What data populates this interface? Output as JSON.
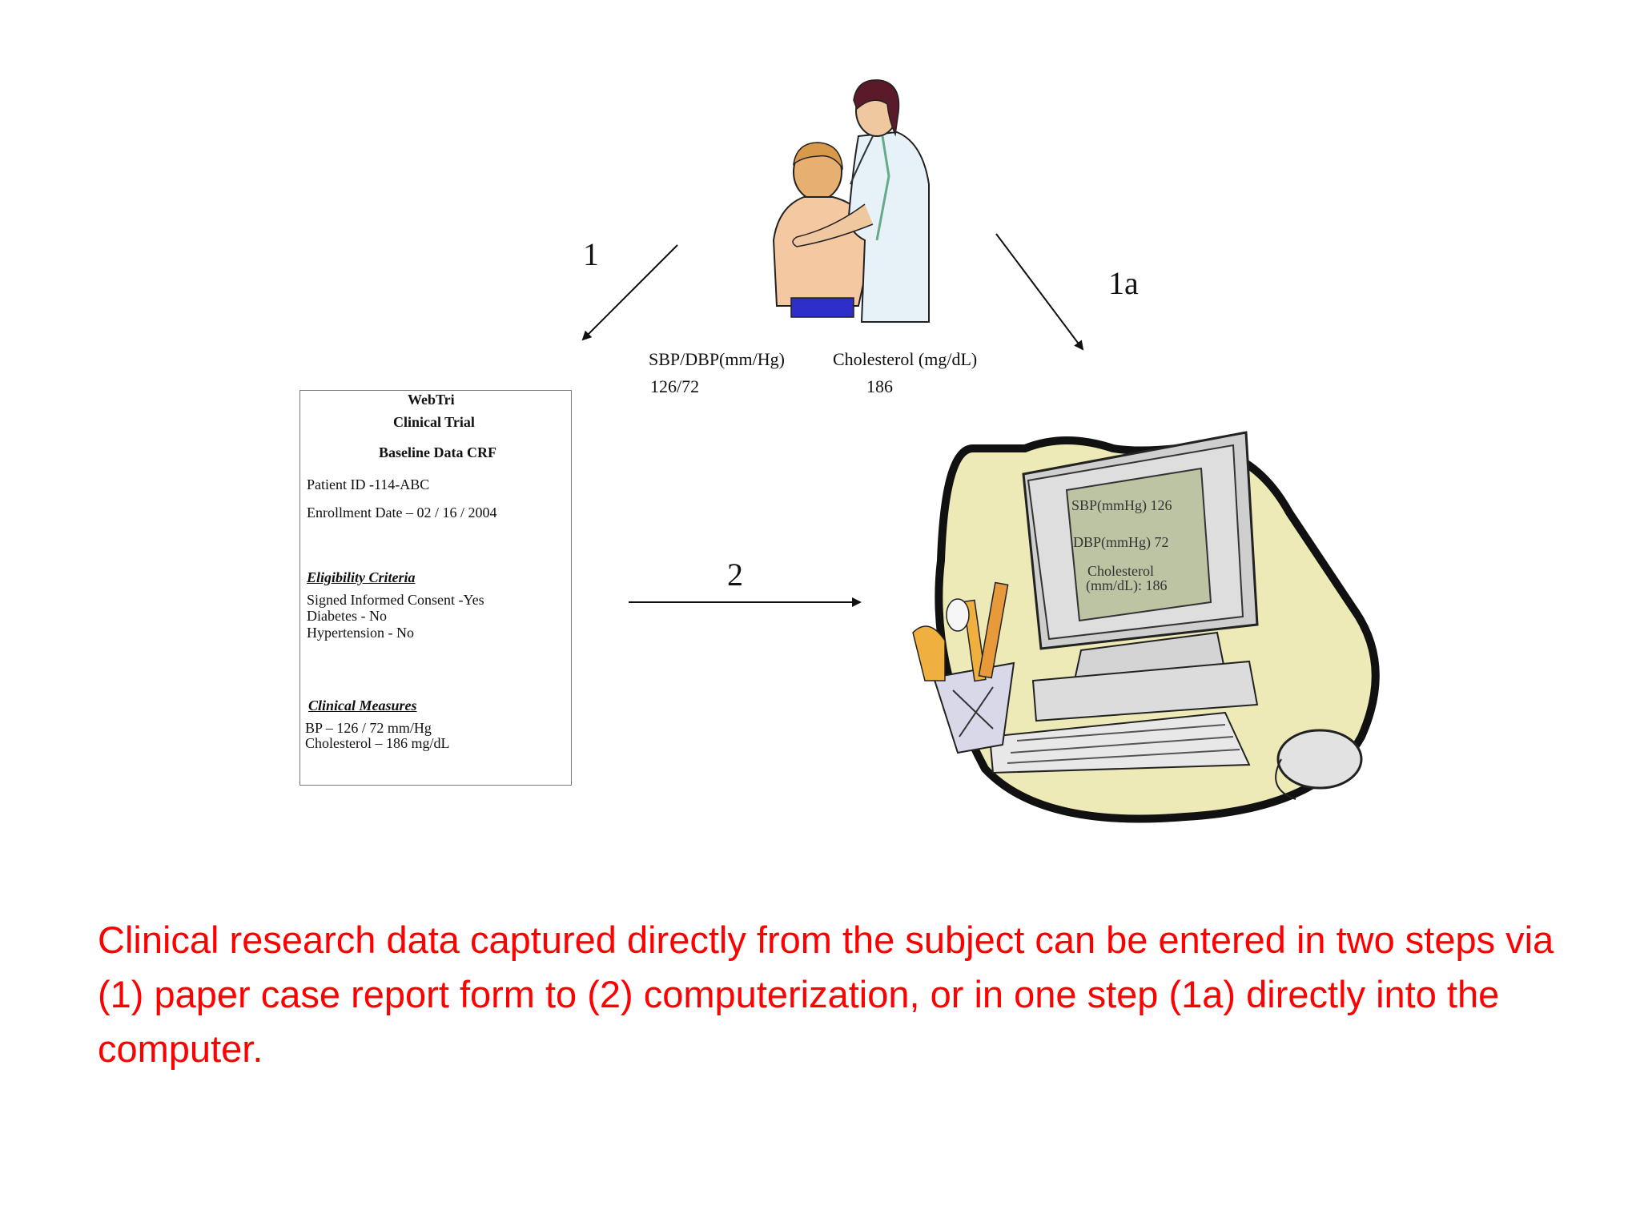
{
  "steps": {
    "step1": "1",
    "step1a": "1a",
    "step2": "2"
  },
  "vitals": {
    "bp_header": "SBP/DBP(mm/Hg)",
    "bp_value": "126/72",
    "chol_header": "Cholesterol (mg/dL)",
    "chol_value": "186"
  },
  "crf": {
    "title1": "WebTri",
    "title2": "Clinical Trial",
    "title3": "Baseline Data CRF",
    "patient_id": "Patient ID  -114-ABC",
    "enrollment": "Enrollment Date  – 02 / 16 / 2004",
    "eligibility_heading": "Eligibility Criteria",
    "consent": "Signed Informed Consent  -Yes",
    "diabetes": "Diabetes  - No",
    "hypertension": "Hypertension  - No",
    "measures_heading": "Clinical Measures",
    "bp": "BP  – 126 / 72 mm/Hg",
    "cholesterol": "Cholesterol  – 186 mg/dL"
  },
  "screen": {
    "line1": "SBP(mmHg)  126",
    "line2": "DBP(mmHg) 72",
    "line3": "Cholesterol",
    "line4": "(mm/dL): 186"
  },
  "caption": "Clinical research data captured directly from the subject can be entered in two steps via (1) paper case report form to (2) computerization, or in one step (1a) directly into the computer.",
  "colors": {
    "caption": "#ff0000",
    "blob": "#eeeab8",
    "monitor": "#dcdcdc",
    "screen": "#bcc4a4"
  },
  "icons": {
    "doctor": "doctor-examining-patient-icon",
    "computer": "desktop-computer-icon"
  }
}
